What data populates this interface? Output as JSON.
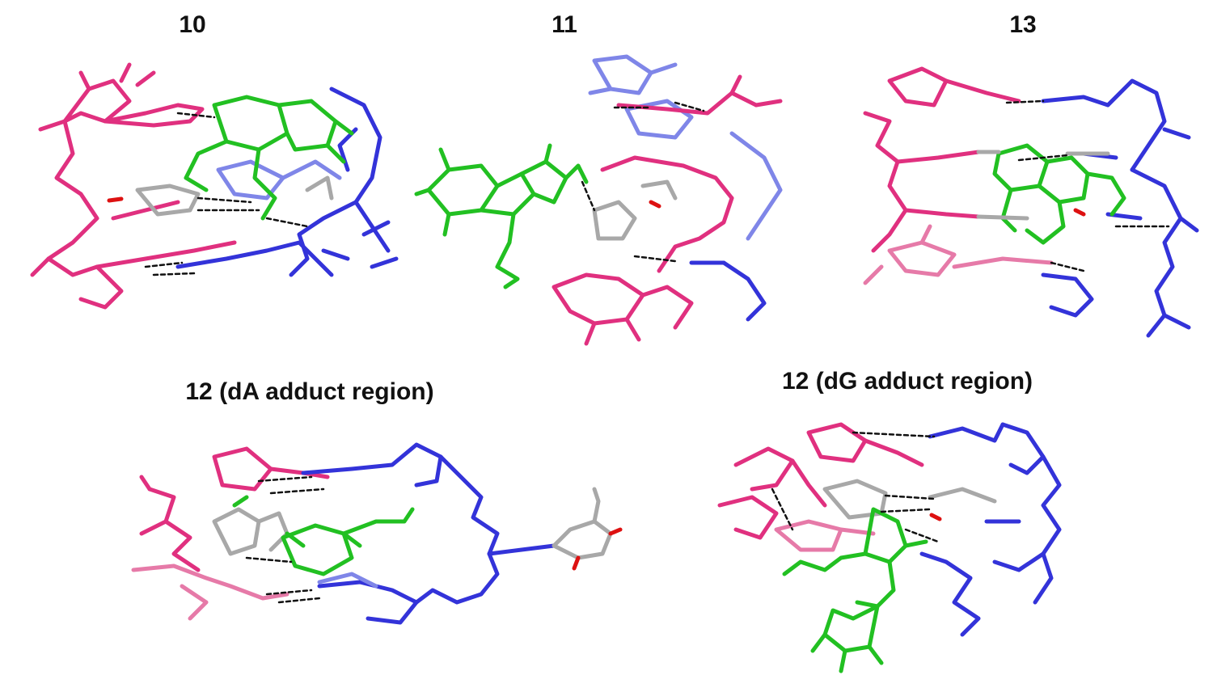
{
  "panels": [
    {
      "label": "10"
    },
    {
      "label": "11"
    },
    {
      "label": "13"
    },
    {
      "label": "12 (dA adduct region)"
    },
    {
      "label": "12 (dG adduct region)"
    }
  ],
  "colors": {
    "strand_a": "#e0307f",
    "strand_a_light": "#e67aa8",
    "strand_b": "#3333d9",
    "strand_b_light": "#7f86e8",
    "adduct": "#22c022",
    "partner_base": "#a8a8a8",
    "oxygen": "#dd1111",
    "hbond": "#111111"
  }
}
